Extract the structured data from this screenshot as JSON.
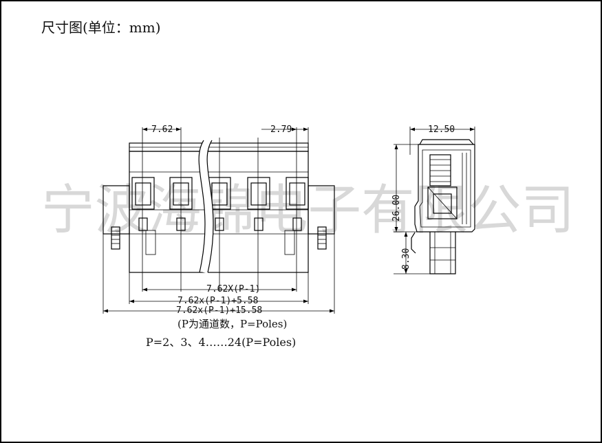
{
  "title": "尺寸图(单位：mm)",
  "watermark": "宁波海锦电子有限公司",
  "front_view": {
    "pitch_label": "7.62",
    "offset_label": "2.79",
    "dim_pitch_total": "7.62X(P-1)",
    "dim_body": "7.62x(P-1)+5.58",
    "dim_overall": "7.62x(P-1)+15.58"
  },
  "side_view": {
    "width_label": "12.50",
    "height_label": "26.00",
    "pin_label": "8.30"
  },
  "notes": {
    "poles_note": "(P为通道数，P=Poles)",
    "poles_range": "P=2、3、4……24(P=Poles)"
  }
}
